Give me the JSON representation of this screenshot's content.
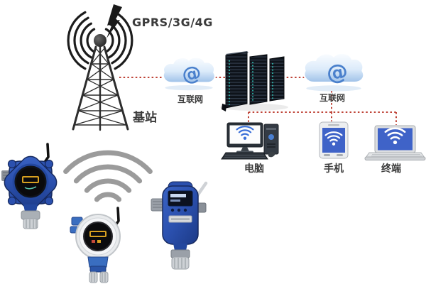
{
  "labels": {
    "network_type": "GPRS/3G/4G",
    "base_station": "基站",
    "at_sign": "@"
  },
  "clouds": [
    {
      "label": "互联网"
    },
    {
      "label": "互联网"
    }
  ],
  "devices": [
    {
      "label": "电脑",
      "type": "desktop-computer"
    },
    {
      "label": "手机",
      "type": "smartphone"
    },
    {
      "label": "终端",
      "type": "laptop-terminal"
    }
  ],
  "detectors": [
    {
      "type": "wireless-gas-detector-octagonal"
    },
    {
      "type": "wireless-gas-detector-round"
    },
    {
      "type": "wireless-gas-detector-cylindrical"
    }
  ],
  "colors": {
    "connection_line": "#bf4438",
    "cloud_blue": "#a8c8ee",
    "at_sign_blue": "#4a80cc",
    "device_screen_blue": "#3f63c8",
    "wifi_arcs_gray": "#9b9b9b",
    "detector_blue": "#2b50ae",
    "label_text": "#3b3b3b",
    "server_lights_teal": "#35d8c8"
  }
}
